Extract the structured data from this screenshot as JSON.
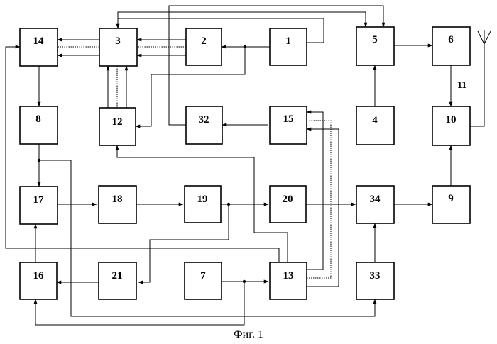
{
  "colors": {
    "ink": "#000000",
    "background": "#ffffff"
  },
  "blocks": [
    {
      "id": "b1",
      "label": "1"
    },
    {
      "id": "b2",
      "label": "2"
    },
    {
      "id": "b3",
      "label": "3"
    },
    {
      "id": "b4",
      "label": "4"
    },
    {
      "id": "b5",
      "label": "5"
    },
    {
      "id": "b6",
      "label": "6"
    },
    {
      "id": "b7",
      "label": "7"
    },
    {
      "id": "b8",
      "label": "8"
    },
    {
      "id": "b9",
      "label": "9"
    },
    {
      "id": "b10",
      "label": "10"
    },
    {
      "id": "b12",
      "label": "12"
    },
    {
      "id": "b13",
      "label": "13"
    },
    {
      "id": "b14",
      "label": "14"
    },
    {
      "id": "b15",
      "label": "15"
    },
    {
      "id": "b16",
      "label": "16"
    },
    {
      "id": "b17",
      "label": "17"
    },
    {
      "id": "b18",
      "label": "18"
    },
    {
      "id": "b19",
      "label": "19"
    },
    {
      "id": "b20",
      "label": "20"
    },
    {
      "id": "b21",
      "label": "21"
    },
    {
      "id": "b32",
      "label": "32"
    },
    {
      "id": "b33",
      "label": "33"
    },
    {
      "id": "b34",
      "label": "34"
    }
  ],
  "line_label": "11",
  "caption": "Фиг. 1"
}
